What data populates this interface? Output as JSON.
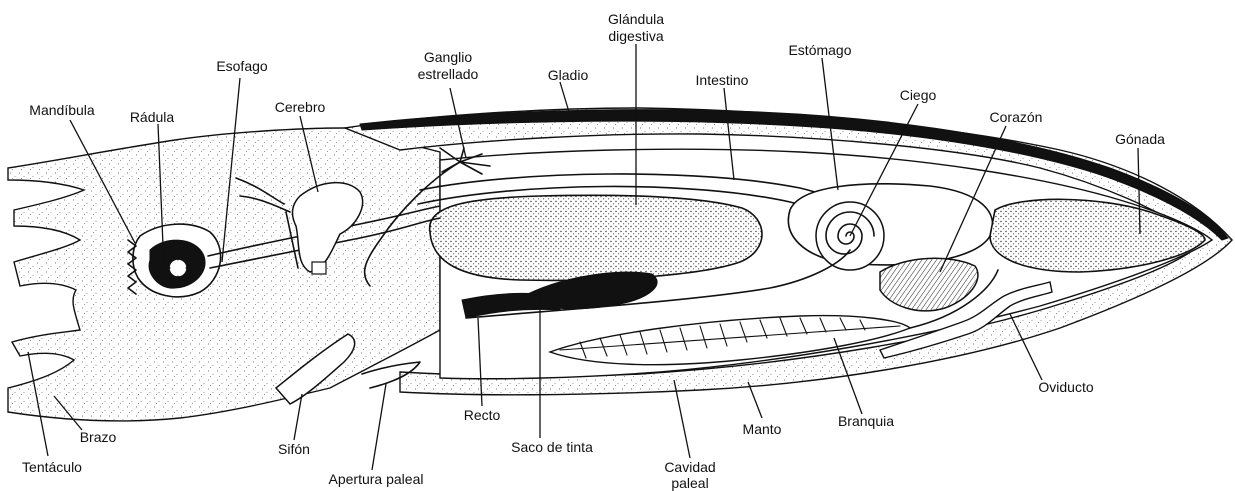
{
  "diagram": {
    "labels": {
      "mandibula": "Mandíbula",
      "radula": "Rádula",
      "esofago": "Esofago",
      "cerebro": "Cerebro",
      "ganglio_1": "Ganglio",
      "ganglio_2": "estrellado",
      "gladio": "Gladio",
      "glandula_1": "Glándula",
      "glandula_2": "digestiva",
      "intestino": "Intestino",
      "estomago": "Estómago",
      "ciego": "Ciego",
      "corazon": "Corazón",
      "gonada": "Gónada",
      "oviducto": "Oviducto",
      "branquia": "Branquia",
      "manto": "Manto",
      "cavidad_1": "Cavidad",
      "cavidad_2": "paleal",
      "saco_de_tinta": "Saco de tinta",
      "recto": "Recto",
      "apertura_paleal": "Apertura paleal",
      "sifon": "Sifón",
      "brazo": "Brazo",
      "tentaculo": "Tentáculo"
    }
  }
}
